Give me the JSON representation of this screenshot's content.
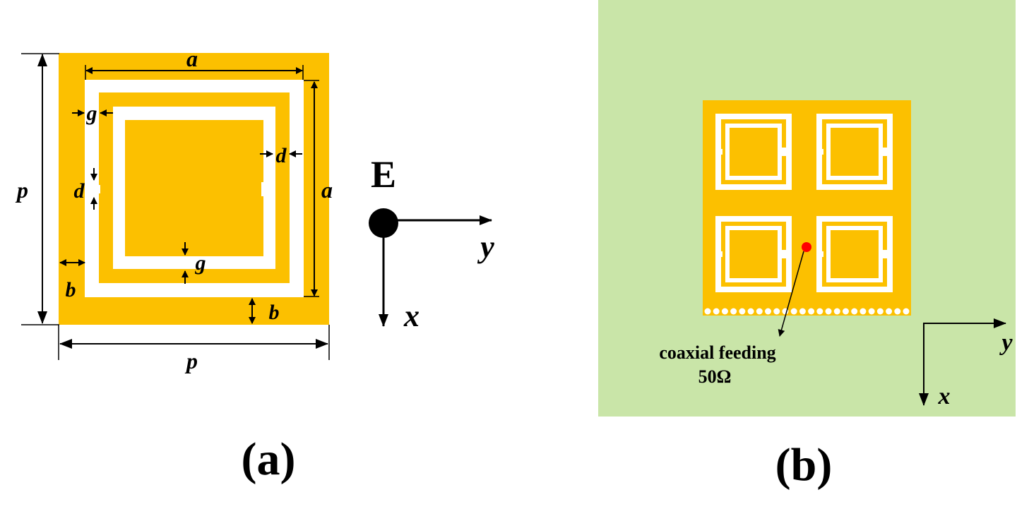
{
  "colors": {
    "metal": "#FCC000",
    "background_b": "#C9E5A8",
    "arrow": "#000000",
    "feed_point": "#FF0000",
    "slot": "#FFFFFF"
  },
  "panel_a": {
    "caption": "(a)",
    "dims": {
      "a_top": "a",
      "a_right": "a",
      "g_left": "g",
      "g_bottom": "g",
      "d_right": "d",
      "d_left": "d",
      "p_left": "p",
      "p_bottom": "p",
      "b_left": "b",
      "b_bottom": "b"
    },
    "field": {
      "e_label": "E",
      "y_label": "y",
      "x_label": "x"
    }
  },
  "panel_b": {
    "caption": "(b)",
    "feed_label_line1": "coaxial feeding",
    "feed_label_line2": "50Ω",
    "y_label": "y",
    "x_label": "x",
    "unit_cells": 4,
    "via_count": 24
  }
}
